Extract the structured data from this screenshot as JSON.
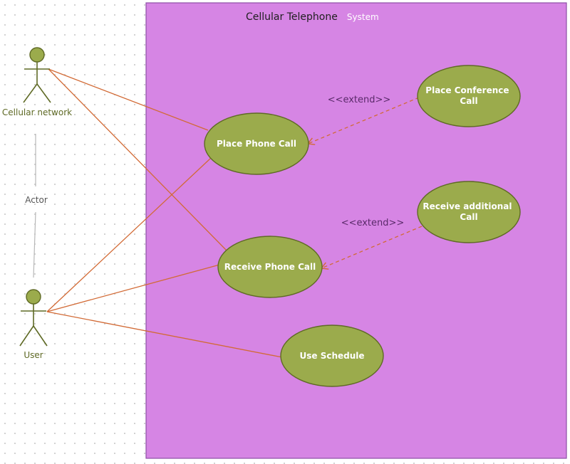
{
  "system": {
    "title": "Cellular Telephone",
    "subtitle": "System"
  },
  "actors": {
    "cellular_network": "Cellular network",
    "user": "User",
    "generalization_label": "Actor"
  },
  "use_cases": {
    "place_phone_call": [
      "Place Phone Call"
    ],
    "place_conference_call": [
      "Place Conference",
      "Call"
    ],
    "receive_phone_call": [
      "Receive Phone Call"
    ],
    "receive_additional_call": [
      "Receive additional",
      "Call"
    ],
    "use_schedule": [
      "Use Schedule"
    ]
  },
  "relationships": {
    "extend_1": "<<extend>>",
    "extend_2": "<<extend>>"
  },
  "colors": {
    "system_fill": "#d685e4",
    "use_case_fill": "#9bab4c",
    "association": "#d26a35"
  }
}
